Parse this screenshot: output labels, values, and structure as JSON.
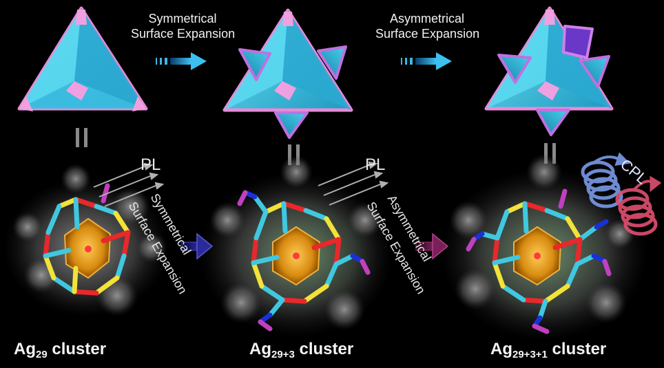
{
  "steps": {
    "step1": {
      "line1": "Symmetrical",
      "line2": "Surface Expansion"
    },
    "step2": {
      "line1": "Asymmetrical",
      "line2": "Surface Expansion"
    }
  },
  "emission": {
    "pl": "PL",
    "cpl": "CPL"
  },
  "clusters": [
    {
      "base": "Ag",
      "sub": "29",
      "suffix": " cluster"
    },
    {
      "base": "Ag",
      "sub": "29+3",
      "suffix": " cluster"
    },
    {
      "base": "Ag",
      "sub": "29+3+1",
      "suffix": " cluster"
    }
  ],
  "colors": {
    "background": "#000000",
    "solid_face": "#32c8e8",
    "solid_edge": "#e88ad8",
    "arrow_blue": "#2fb0e8",
    "arrow_dark_blue": "#1a1a7a",
    "arrow_purple": "#6a1a50",
    "sulfur": "#f2e23a",
    "oxygen": "#e8282a",
    "carbon": "#40c8e0",
    "nitrogen": "#1a30d8",
    "silver_core": "#e8a020",
    "cpl_blue": "#7a9ae8",
    "cpl_red": "#e05070"
  }
}
